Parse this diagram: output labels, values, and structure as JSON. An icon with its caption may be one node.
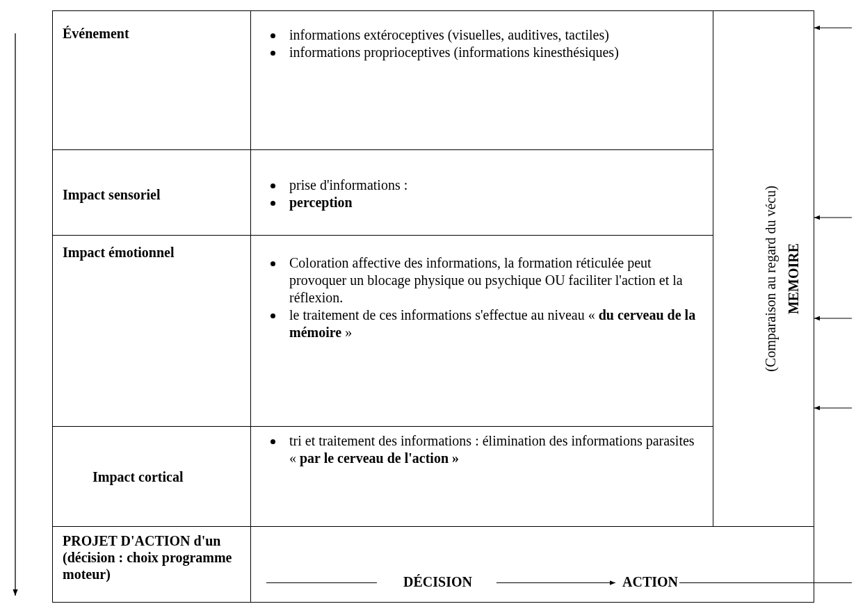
{
  "diagram": {
    "nodes": [
      {
        "text": [
          "Événement"
        ]
      },
      {
        "text": [
          "informations extéroceptives (visuelles, auditives, tactiles)",
          "informations proprioceptives (informations kinesthésiques)"
        ]
      },
      {
        "text": [
          "Impact sensoriel"
        ]
      },
      {
        "text": [
          "prise d'informations :",
          "**perception**"
        ]
      },
      {
        "text": [
          "Impact émotionnel"
        ]
      },
      {
        "text": [
          "Coloration affective des informations, la formation réticulée peut provoquer un blocage physique ou psychique OU faciliter l'action et la réflexion.",
          "le traitement de ces informations s'effectue au niveau « **du cerveau de la mémoire** »"
        ]
      },
      {
        "text": [
          "Impact cortical"
        ]
      },
      {
        "text": [
          "tri et traitement des informations : élimination des informations parasites « **par le cerveau de l'action »**"
        ]
      },
      {
        "text": [
          "MEMOIRE",
          "(Comparaison au regard du vécu)"
        ]
      },
      {
        "text": [
          "PROJET D'ACTION d'un (décision : choix programme moteur)"
        ]
      },
      {
        "text": [
          "DÉCISION"
        ]
      },
      {
        "text": [
          "ACTION"
        ]
      }
    ],
    "edges": [
      {
        "from": null,
        "to": 10,
        "arrow": "none"
      },
      {
        "from": 10,
        "to": 11,
        "arrow": "to"
      },
      {
        "from": 11,
        "to": null,
        "arrow": "none"
      },
      {
        "from": null,
        "to": 8,
        "arrow": "to"
      },
      {
        "from": null,
        "to": 8,
        "arrow": "to"
      },
      {
        "from": null,
        "to": 8,
        "arrow": "to"
      },
      {
        "from": null,
        "to": 8,
        "arrow": "to"
      }
    ]
  }
}
